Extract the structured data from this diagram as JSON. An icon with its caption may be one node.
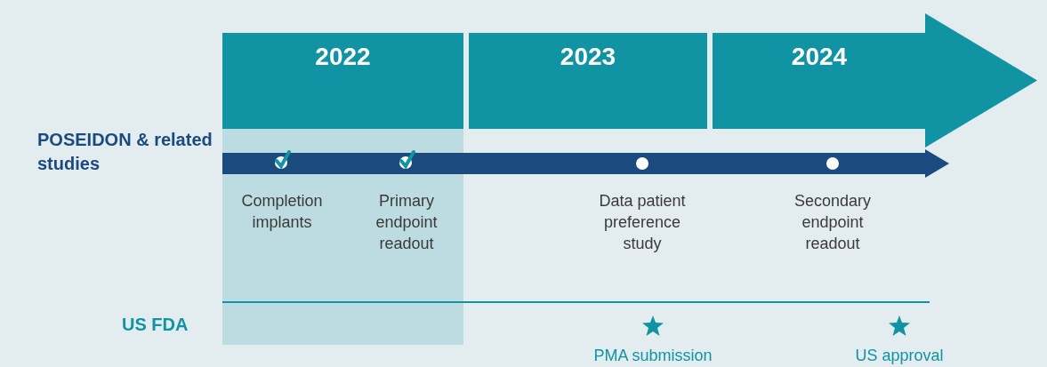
{
  "diagram": {
    "nodes": [
      {
        "text": [
          "2022"
        ]
      },
      {
        "text": [
          "2023"
        ]
      },
      {
        "text": [
          "2024"
        ]
      }
    ],
    "edges": [],
    "labels": [
      "POSEIDON & related studies",
      "US FDA",
      "Completion implants",
      "Primary endpoint readout",
      "Data patient preference study",
      "Secondary endpoint readout",
      "PMA submission",
      "US approval"
    ]
  }
}
